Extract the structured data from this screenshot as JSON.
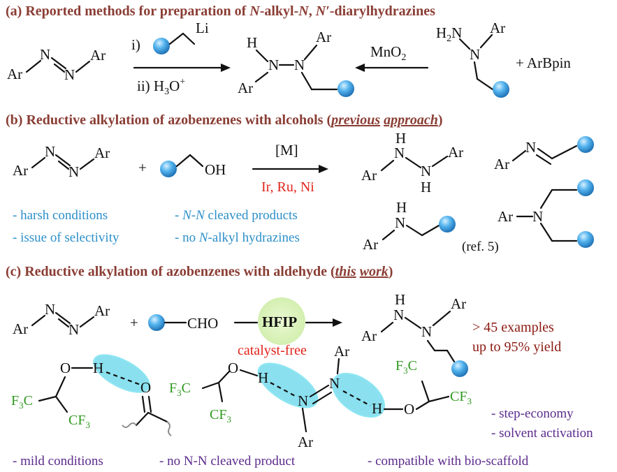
{
  "colors": {
    "header": "#8a3d34",
    "blue_note": "#2c8fc9",
    "red": "#e1241b",
    "dark_red": "#8b1a12",
    "purple": "#5b2a8c",
    "green": "#2f9a1f",
    "sphere": "#2e8fd2",
    "hfip_glow": "#d8f2b5",
    "hbond_highlight": "#63d6e9"
  },
  "panel_a": {
    "label": "(a)",
    "title_part1": "Reported methods for preparation of ",
    "title_n1": "N",
    "title_part2": "-alkyl-",
    "title_n2": "N",
    "title_part3": ", ",
    "title_n3": "N′",
    "title_part4": "-diarylhydrazines",
    "step1_prefix": "i)",
    "reagent_li": "Li",
    "step2": "ii) H",
    "step2_sub": "3",
    "step2_tail": "O",
    "step2_sup": "+",
    "mno2": "MnO",
    "mno2_sub": "2",
    "h2n_h": "H",
    "h2n_sub": "2",
    "h2n_n": "N",
    "plus_arbpin": "+ ArBpin"
  },
  "panel_b": {
    "label": "(b)",
    "title": "Reductive alkylation of azobenzenes with alcohols (",
    "title_em1": "previous",
    "title_em2": "approach",
    "title_close": ")",
    "catalyst": "[M]",
    "metals": "Ir, Ru, Ni",
    "oh": "OH",
    "issues": [
      "- harsh conditions",
      "- issue of selectivity",
      "- ",
      "N-N",
      " cleaved products",
      "- no ",
      "N",
      "-alkyl hydrazines"
    ],
    "ref": "(ref. 5)"
  },
  "panel_c": {
    "label": "(c)",
    "title": "Reductive alkylation of azobenzenes with aldehyde (",
    "title_em1": "this",
    "title_em2": "work",
    "title_close": ")",
    "cho": "CHO",
    "hfip": "HFIP",
    "catalyst_free": "catalyst-free",
    "examples": "> 45 examples",
    "yield": "up to 95% yield",
    "benefits_right": [
      "- step-economy",
      "- solvent activation"
    ],
    "benefits_bottom": [
      "- mild conditions",
      "- no N-N cleaved product",
      "- compatible with bio-scaffold"
    ]
  },
  "atoms": {
    "ar": "Ar",
    "n": "N",
    "h": "H",
    "o": "O",
    "plus": "+",
    "cf3_f": "F",
    "cf3_c": "C",
    "cf3_3": "3"
  }
}
